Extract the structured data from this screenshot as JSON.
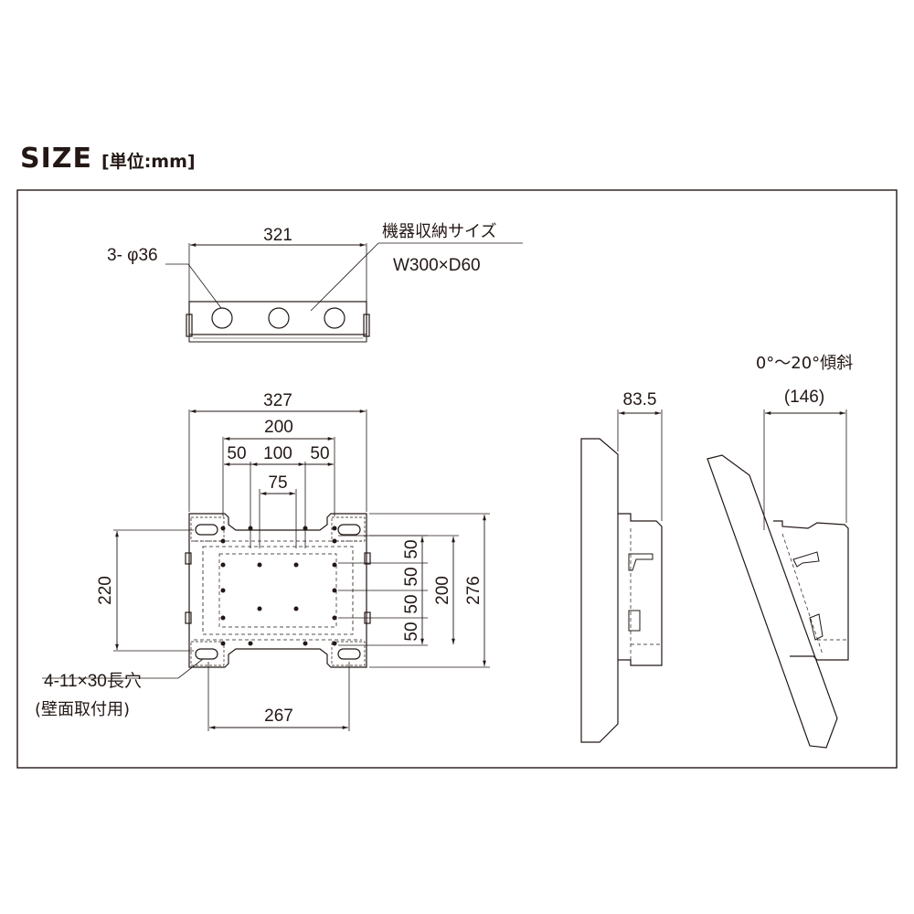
{
  "heading": {
    "title": "SIZE",
    "unit": "[単位:mm]"
  },
  "top_view": {
    "width": "321",
    "holes": "3- φ36",
    "storage_label": "機器収納サイズ",
    "storage_size": "W300×D60"
  },
  "front_view": {
    "overall_width": "327",
    "pattern_width": "200",
    "pitch_left": "50",
    "pitch_center": "100",
    "pitch_right": "50",
    "inner_pitch": "75",
    "left_height": "220",
    "right_pitch_1": "50",
    "right_pitch_2": "50",
    "right_pitch_3": "50",
    "right_pitch_4": "50",
    "pattern_height": "200",
    "overall_height": "276",
    "slot_spec": "4-11×30長穴",
    "slot_note": "(壁面取付用)",
    "bottom_width": "267"
  },
  "side_view": {
    "depth": "83.5"
  },
  "tilt_view": {
    "tilt_range": "0°〜20°傾斜",
    "depth": "(146)"
  }
}
